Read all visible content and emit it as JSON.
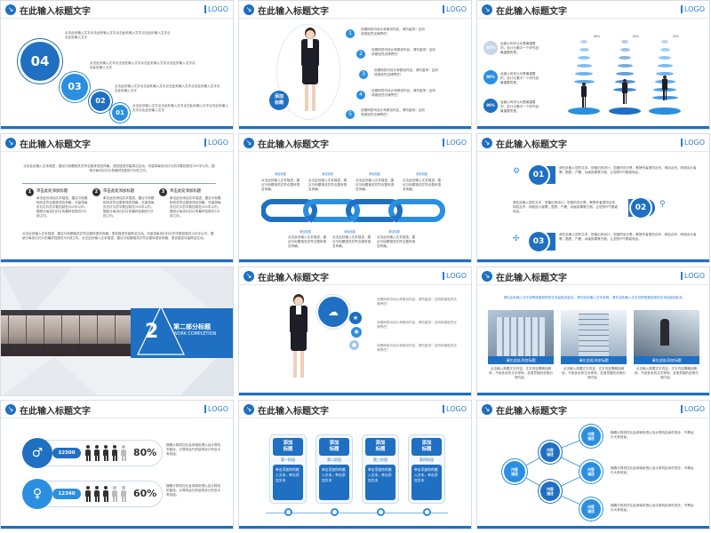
{
  "common": {
    "slide_title": "在此输入标题文字",
    "logo": "LOGO",
    "arrow_icon": "↘",
    "lorem_text": "点击此处输入文字点击此处输入文字点击此处输入文字",
    "desc_text": "包眼网您均设计师原创作品，请勿盗采！否则将被追究法律责任！",
    "accent": "#1f6fc2",
    "accent_light": "#2a8fe0"
  },
  "slide1": {
    "steps": [
      "04",
      "03",
      "02",
      "01"
    ],
    "texts": [
      "点击此处输入文字点击此处输入文字点击此处输入文字点击此处输入文字点击此处输入文字",
      "点击此处输入文字点击此处输入文字点击此处输入文字点击此处输入文字点击此处输入文字",
      "点击此处输入文字点击此处输入文字点击此处输入文字点击此处输入文字点击此处输入文字",
      "点击此处输入文字点击此处输入文字点击此处输入文字点击此处输入文字点击此处输入文字"
    ]
  },
  "slide2": {
    "label": "添加\n标题",
    "items": [
      {
        "n": "1",
        "text": "包眼网您均设计师原创作品，请勿盗采！否则将被追究法律责任！"
      },
      {
        "n": "2",
        "text": "包眼网您均设计师原创作品，请勿盗采！否则将被追究法律责任！"
      },
      {
        "n": "3",
        "text": "包眼网您均设计师原创作品，请勿盗采！否则将被追究法律责任！"
      },
      {
        "n": "4",
        "text": "包眼网您均设计师原创作品，请勿盗采！否则将被追究法律责任！"
      },
      {
        "n": "5",
        "text": "包眼网您均设计师原创作品，请勿盗采！否则将被追究法律责任！"
      }
    ]
  },
  "slide3": {
    "percents": [
      "60%",
      "80%",
      "90%"
    ],
    "badges": [
      "60%",
      "80%",
      "90%"
    ],
    "text": "运营公司你认为是最重要的，设计元素中一个好作品最重要的是。"
  },
  "slide4": {
    "intro": "点击此处输入文本描述，建议与标题相关并符合整体语言风格，语言描述尽量简洁生动。尽量将每页幻灯片的字数控制在200字以内，据统计每页幻灯片的最好控制在5分钟之内。",
    "steps": [
      {
        "n": "1",
        "title": "单击此处添加标题",
        "text": "单击此处添加文本描述，建议与标题相关并符合整体语言风格，尽量将每页幻灯片的字数控制在200字以内，据统计每页幻灯片的最好控制在5分钟之内。"
      },
      {
        "n": "2",
        "title": "单击此处添加标题",
        "text": "单击此处添加文本描述，建议与标题相关并符合整体语言风格，尽量将每页幻灯片的字数控制在200字以内，据统计每页幻灯片的最好控制在5分钟之内。"
      },
      {
        "n": "3",
        "title": "单击此处添加标题",
        "text": "单击此处添加文本描述，建议与标题相关并符合整体语言风格，尽量将每页幻灯片的字数控制在200字以内，据统计每页幻灯片的最好控制在5分钟之内。"
      }
    ],
    "outro": "点击此处输入文本描述，建议与标题相关并符合整体语言风格，语言描述尽量简洁生动。尽量将每页幻灯片的字数控制在200字以内，据统计每页幻灯片的最好控制在5分钟之内。点击此处输入文本描述，建议与标题相关并符合整体语言风格，语言描述尽量简洁生动。"
  },
  "slide5": {
    "tags": [
      "添加标题",
      "添加标题",
      "添加标题",
      "添加标题",
      "添加标题",
      "添加标题",
      "添加标题"
    ],
    "text": "点击此处输入文本描述，建议与标题相关并符合整体语言风格。"
  },
  "slide6": {
    "items": [
      {
        "n": "01",
        "text": "请在此输入您的文本，您输出的设计，您做的设计是，教授作者提供合作，网站合作，网络设计者需，图表，户籍，动画效果等方面，让您的PPT脱颖而出。"
      },
      {
        "n": "02",
        "text": "请在此输入您的文本，您输出的设计，您做的设计是，教授作者提供合作，网站合作，网络设计者需，图表，户籍，动画效果等方面，让您的PPT脱颖而出。"
      },
      {
        "n": "03",
        "text": "请在此输入您的文本，您输出的设计，您做的设计是，教授作者提供合作，网站合作，网络设计者需，图表，户籍，动画效果等方面，让您的PPT脱颖而出。"
      }
    ]
  },
  "slide7": {
    "number": "2",
    "title": "第二部分标题",
    "subtitle": "WORK COMPLETION"
  },
  "slide8": {
    "texts": [
      "包眼网您均设计师原创作品，请勿盗采！否则将被追究法律责任！",
      "包眼网您均设计师原创作品，请勿盗采！否则将被追究法律责任！",
      "包眼网您均设计师原创作品，请勿盗采！否则将被追究法律责任！"
    ]
  },
  "slide9": {
    "intro": "请在此处输入文字说明或复制您的文本粘贴到此处。请在此处输入文字说明，请在此处输入文字说明或复制您的文本粘贴到此处。",
    "cards": [
      {
        "title": "请在此处添加标题",
        "text": "点击输入简要文字内容，文字内容需概括精炼，不用多余的文字修饰，言简意赅的说明分项内容。"
      },
      {
        "title": "请在此处添加标题",
        "text": "点击输入简要文字内容，文字内容需概括精炼，不用多余的文字修饰，言简意赅的说明分项内容。"
      },
      {
        "title": "请在此处添加标题",
        "text": "点击输入简要文字内容，文字内容需概括精炼，不用多余的文字修饰，言简意赅的说明分项内容。"
      }
    ]
  },
  "slide10": {
    "rows": [
      {
        "count": "32500",
        "pct": "80%",
        "value": 0.8,
        "text": "随着计算机在社会领域渗透以及计算机的普及，计算机运行的结构设计完全大有前途。"
      },
      {
        "count": "12340",
        "pct": "60%",
        "value": 0.6,
        "text": "随着计算机在社会领域渗透以及计算机的普及，计算机运行的结构设计完全大有前途。"
      }
    ]
  },
  "slide11": {
    "cards": [
      {
        "title": "添加\n标题",
        "stage": "第一阶段",
        "text": "单击添加你的输入文本，单击添加文本"
      },
      {
        "title": "添加\n标题",
        "stage": "第二阶段",
        "text": "单击添加你的输入文本，单击添加文本"
      },
      {
        "title": "添加\n标题",
        "stage": "第三阶段",
        "text": "单击添加你的输入文本，单击添加文本"
      },
      {
        "title": "添加\n标题",
        "stage": "第四阶段",
        "text": "单击添加你的输入文本，单击添加文本"
      }
    ]
  },
  "slide12": {
    "center": "内容\n描述",
    "mid": [
      "内容\n描述",
      "内容\n描述"
    ],
    "outer": [
      "内容\n描述",
      "内容\n描述",
      "内容\n描述"
    ],
    "texts": [
      "随着计算机在社会领域渗透以及计算机技术的进步，不需运行大有前途。",
      "随着计算机在社会领域渗透以及计算机技术的进步，不需运行大有前途。",
      "随着计算机在社会领域渗透以及计算机技术的进步，不需运行大有前途。"
    ]
  }
}
